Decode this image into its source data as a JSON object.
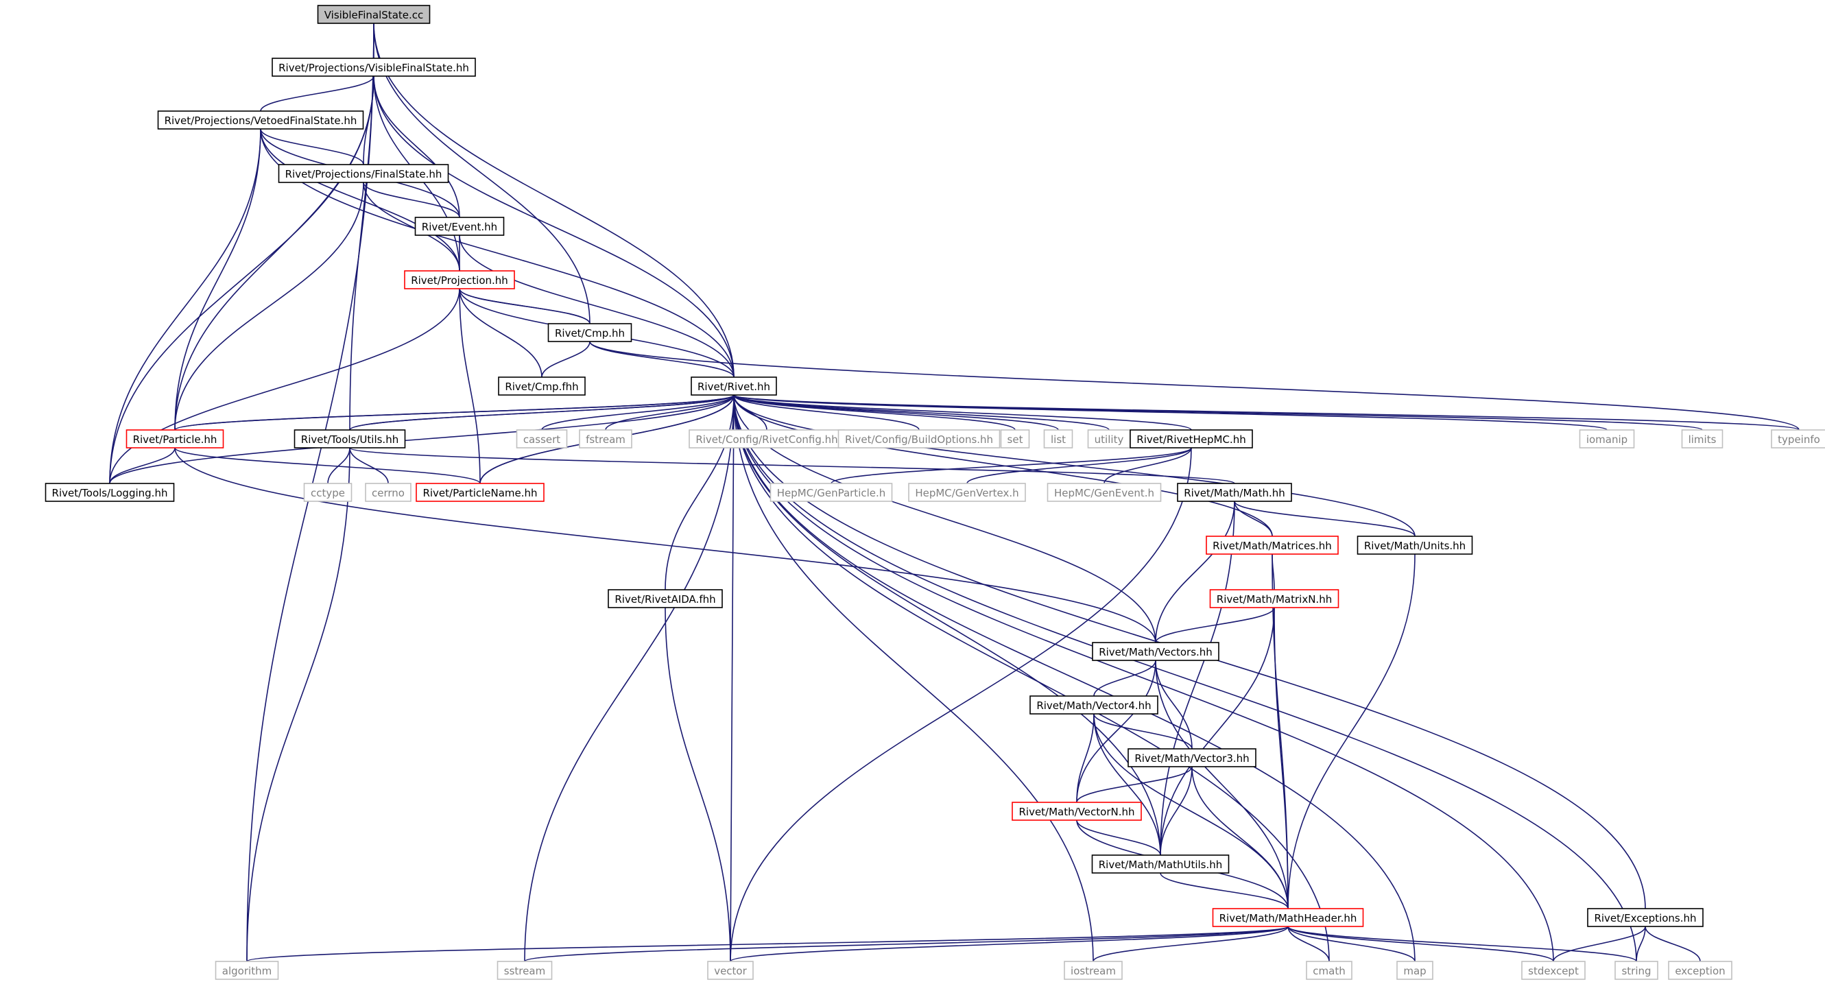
{
  "diagram": {
    "type": "include-dependency-graph",
    "colors": {
      "edge": "#191970",
      "box_normal": "#000000",
      "box_truncated": "#ff0000",
      "box_external": "#bfbfbf",
      "root_fill": "#bfbfbf",
      "text_normal": "#000000",
      "text_external": "#808080"
    },
    "nodes": [
      {
        "id": "root",
        "label": "VisibleFinalState.cc",
        "kind": "root"
      },
      {
        "id": "vfs",
        "label": "Rivet/Projections/VisibleFinalState.hh",
        "kind": "normal"
      },
      {
        "id": "vetoed",
        "label": "Rivet/Projections/VetoedFinalState.hh",
        "kind": "normal"
      },
      {
        "id": "fs",
        "label": "Rivet/Projections/FinalState.hh",
        "kind": "normal"
      },
      {
        "id": "event",
        "label": "Rivet/Event.hh",
        "kind": "normal"
      },
      {
        "id": "projection",
        "label": "Rivet/Projection.hh",
        "kind": "truncated"
      },
      {
        "id": "cmp",
        "label": "Rivet/Cmp.hh",
        "kind": "normal"
      },
      {
        "id": "cmpfhh",
        "label": "Rivet/Cmp.fhh",
        "kind": "normal"
      },
      {
        "id": "rivet",
        "label": "Rivet/Rivet.hh",
        "kind": "normal"
      },
      {
        "id": "particle",
        "label": "Rivet/Particle.hh",
        "kind": "truncated"
      },
      {
        "id": "utils",
        "label": "Rivet/Tools/Utils.hh",
        "kind": "normal"
      },
      {
        "id": "logging",
        "label": "Rivet/Tools/Logging.hh",
        "kind": "normal"
      },
      {
        "id": "cctype",
        "label": "cctype",
        "kind": "external"
      },
      {
        "id": "cerrno",
        "label": "cerrno",
        "kind": "external"
      },
      {
        "id": "pname",
        "label": "Rivet/ParticleName.hh",
        "kind": "truncated"
      },
      {
        "id": "cassert",
        "label": "cassert",
        "kind": "external"
      },
      {
        "id": "fstream",
        "label": "fstream",
        "kind": "external"
      },
      {
        "id": "rivetconfig",
        "label": "Rivet/Config/RivetConfig.hh",
        "kind": "external"
      },
      {
        "id": "buildopts",
        "label": "Rivet/Config/BuildOptions.hh",
        "kind": "external"
      },
      {
        "id": "set",
        "label": "set",
        "kind": "external"
      },
      {
        "id": "list",
        "label": "list",
        "kind": "external"
      },
      {
        "id": "utility",
        "label": "utility",
        "kind": "external"
      },
      {
        "id": "hepmc",
        "label": "Rivet/RivetHepMC.hh",
        "kind": "normal"
      },
      {
        "id": "iomanip",
        "label": "iomanip",
        "kind": "external"
      },
      {
        "id": "limits",
        "label": "limits",
        "kind": "external"
      },
      {
        "id": "typeinfo",
        "label": "typeinfo",
        "kind": "external"
      },
      {
        "id": "genparticle",
        "label": "HepMC/GenParticle.h",
        "kind": "external"
      },
      {
        "id": "genvertex",
        "label": "HepMC/GenVertex.h",
        "kind": "external"
      },
      {
        "id": "genevent",
        "label": "HepMC/GenEvent.h",
        "kind": "external"
      },
      {
        "id": "math",
        "label": "Rivet/Math/Math.hh",
        "kind": "normal"
      },
      {
        "id": "matrices",
        "label": "Rivet/Math/Matrices.hh",
        "kind": "truncated"
      },
      {
        "id": "units",
        "label": "Rivet/Math/Units.hh",
        "kind": "normal"
      },
      {
        "id": "aida",
        "label": "Rivet/RivetAIDA.fhh",
        "kind": "normal"
      },
      {
        "id": "matrixn",
        "label": "Rivet/Math/MatrixN.hh",
        "kind": "truncated"
      },
      {
        "id": "vectors",
        "label": "Rivet/Math/Vectors.hh",
        "kind": "normal"
      },
      {
        "id": "vector4",
        "label": "Rivet/Math/Vector4.hh",
        "kind": "normal"
      },
      {
        "id": "vector3",
        "label": "Rivet/Math/Vector3.hh",
        "kind": "normal"
      },
      {
        "id": "vectorn",
        "label": "Rivet/Math/VectorN.hh",
        "kind": "truncated"
      },
      {
        "id": "mathutils",
        "label": "Rivet/Math/MathUtils.hh",
        "kind": "normal"
      },
      {
        "id": "mathheader",
        "label": "Rivet/Math/MathHeader.hh",
        "kind": "truncated"
      },
      {
        "id": "exceptions",
        "label": "Rivet/Exceptions.hh",
        "kind": "normal"
      },
      {
        "id": "algorithm",
        "label": "algorithm",
        "kind": "external"
      },
      {
        "id": "sstream",
        "label": "sstream",
        "kind": "external"
      },
      {
        "id": "vector",
        "label": "vector",
        "kind": "external"
      },
      {
        "id": "iostream",
        "label": "iostream",
        "kind": "external"
      },
      {
        "id": "cmath",
        "label": "cmath",
        "kind": "external"
      },
      {
        "id": "map",
        "label": "map",
        "kind": "external"
      },
      {
        "id": "stdexcept",
        "label": "stdexcept",
        "kind": "external"
      },
      {
        "id": "string",
        "label": "string",
        "kind": "external"
      },
      {
        "id": "exception",
        "label": "exception",
        "kind": "external"
      }
    ],
    "edges": [
      [
        "root",
        "vfs"
      ],
      [
        "root",
        "rivet"
      ],
      [
        "root",
        "cmp"
      ],
      [
        "root",
        "utils"
      ],
      [
        "root",
        "algorithm"
      ],
      [
        "vfs",
        "vetoed"
      ],
      [
        "vfs",
        "fs"
      ],
      [
        "vfs",
        "event"
      ],
      [
        "vfs",
        "projection"
      ],
      [
        "vfs",
        "rivet"
      ],
      [
        "vfs",
        "particle"
      ],
      [
        "vfs",
        "logging"
      ],
      [
        "vetoed",
        "fs"
      ],
      [
        "vetoed",
        "event"
      ],
      [
        "vetoed",
        "projection"
      ],
      [
        "vetoed",
        "rivet"
      ],
      [
        "vetoed",
        "particle"
      ],
      [
        "vetoed",
        "logging"
      ],
      [
        "fs",
        "event"
      ],
      [
        "fs",
        "projection"
      ],
      [
        "fs",
        "particle"
      ],
      [
        "event",
        "projection"
      ],
      [
        "event",
        "rivet"
      ],
      [
        "projection",
        "cmp"
      ],
      [
        "projection",
        "cmpfhh"
      ],
      [
        "projection",
        "rivet"
      ],
      [
        "projection",
        "logging"
      ],
      [
        "projection",
        "pname"
      ],
      [
        "cmp",
        "projection"
      ],
      [
        "cmp",
        "cmpfhh"
      ],
      [
        "cmp",
        "rivet"
      ],
      [
        "cmp",
        "typeinfo"
      ],
      [
        "rivet",
        "particle"
      ],
      [
        "rivet",
        "utils"
      ],
      [
        "rivet",
        "logging"
      ],
      [
        "rivet",
        "pname"
      ],
      [
        "rivet",
        "cassert"
      ],
      [
        "rivet",
        "fstream"
      ],
      [
        "rivet",
        "rivetconfig"
      ],
      [
        "rivet",
        "buildopts"
      ],
      [
        "rivet",
        "set"
      ],
      [
        "rivet",
        "list"
      ],
      [
        "rivet",
        "utility"
      ],
      [
        "rivet",
        "hepmc"
      ],
      [
        "rivet",
        "iomanip"
      ],
      [
        "rivet",
        "limits"
      ],
      [
        "rivet",
        "typeinfo"
      ],
      [
        "rivet",
        "aida"
      ],
      [
        "rivet",
        "matrices"
      ],
      [
        "rivet",
        "units"
      ],
      [
        "rivet",
        "vectors"
      ],
      [
        "rivet",
        "mathutils"
      ],
      [
        "rivet",
        "exceptions"
      ],
      [
        "rivet",
        "sstream"
      ],
      [
        "rivet",
        "vector"
      ],
      [
        "rivet",
        "iostream"
      ],
      [
        "rivet",
        "cmath"
      ],
      [
        "rivet",
        "map"
      ],
      [
        "rivet",
        "stdexcept"
      ],
      [
        "rivet",
        "string"
      ],
      [
        "particle",
        "rivet"
      ],
      [
        "particle",
        "logging"
      ],
      [
        "particle",
        "pname"
      ],
      [
        "particle",
        "vectors"
      ],
      [
        "utils",
        "rivet"
      ],
      [
        "utils",
        "cctype"
      ],
      [
        "utils",
        "cerrno"
      ],
      [
        "utils",
        "algorithm"
      ],
      [
        "utils",
        "math"
      ],
      [
        "pname",
        "rivet"
      ],
      [
        "hepmc",
        "genparticle"
      ],
      [
        "hepmc",
        "genvertex"
      ],
      [
        "hepmc",
        "genevent"
      ],
      [
        "hepmc",
        "vector"
      ],
      [
        "math",
        "matrices"
      ],
      [
        "math",
        "units"
      ],
      [
        "math",
        "vectors"
      ],
      [
        "math",
        "mathutils"
      ],
      [
        "matrices",
        "matrixn"
      ],
      [
        "matrices",
        "mathheader"
      ],
      [
        "matrixn",
        "vectors"
      ],
      [
        "matrixn",
        "mathutils"
      ],
      [
        "matrixn",
        "mathheader"
      ],
      [
        "units",
        "mathheader"
      ],
      [
        "aida",
        "vector"
      ],
      [
        "vectors",
        "vector4"
      ],
      [
        "vectors",
        "vector3"
      ],
      [
        "vectors",
        "vectorn"
      ],
      [
        "vectors",
        "mathheader"
      ],
      [
        "vector4",
        "vector3"
      ],
      [
        "vector4",
        "vectorn"
      ],
      [
        "vector4",
        "mathutils"
      ],
      [
        "vector4",
        "mathheader"
      ],
      [
        "vector3",
        "vectorn"
      ],
      [
        "vector3",
        "mathutils"
      ],
      [
        "vector3",
        "mathheader"
      ],
      [
        "vectorn",
        "mathutils"
      ],
      [
        "vectorn",
        "mathheader"
      ],
      [
        "mathutils",
        "mathheader"
      ],
      [
        "mathheader",
        "algorithm"
      ],
      [
        "mathheader",
        "sstream"
      ],
      [
        "mathheader",
        "vector"
      ],
      [
        "mathheader",
        "iostream"
      ],
      [
        "mathheader",
        "cmath"
      ],
      [
        "mathheader",
        "map"
      ],
      [
        "mathheader",
        "stdexcept"
      ],
      [
        "mathheader",
        "string"
      ],
      [
        "exceptions",
        "stdexcept"
      ],
      [
        "exceptions",
        "string"
      ],
      [
        "exceptions",
        "exception"
      ]
    ]
  }
}
